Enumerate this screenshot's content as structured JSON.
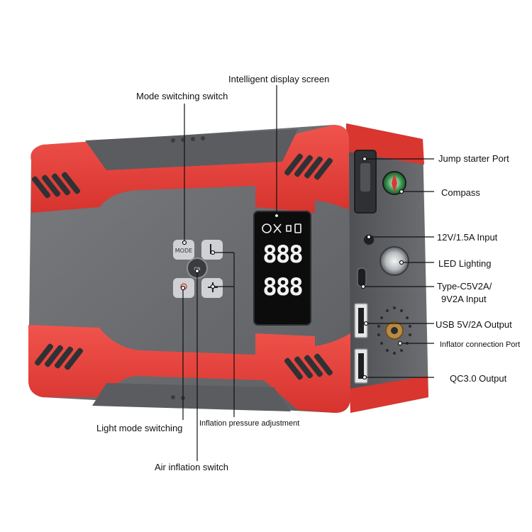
{
  "labels": {
    "intelligent_display_screen": "Intelligent display screen",
    "mode_switching_switch": "Mode switching switch",
    "jump_starter_port": "Jump starter Port",
    "compass": "Compass",
    "input_12v": "12V/1.5A Input",
    "led_lighting": "LED Lighting",
    "type_c_line1": "Type-C5V2A/",
    "type_c_line2": "9V2A Input",
    "usb_output": "USB 5V/2A Output",
    "inflator_port": "Inflator connection Port",
    "qc_output": "QC3.0 Output",
    "light_mode_switching": "Light mode switching",
    "inflation_pressure_adjustment": "Inflation pressure adjustment",
    "air_inflation_switch": "Air inflation switch"
  },
  "display": {
    "digits": "888"
  },
  "colors": {
    "body_red": "#e8403a",
    "body_gray": "#6e7073",
    "dark_panel": "#3a3c3f",
    "screen": "#0c0c0d",
    "line": "#111111"
  }
}
